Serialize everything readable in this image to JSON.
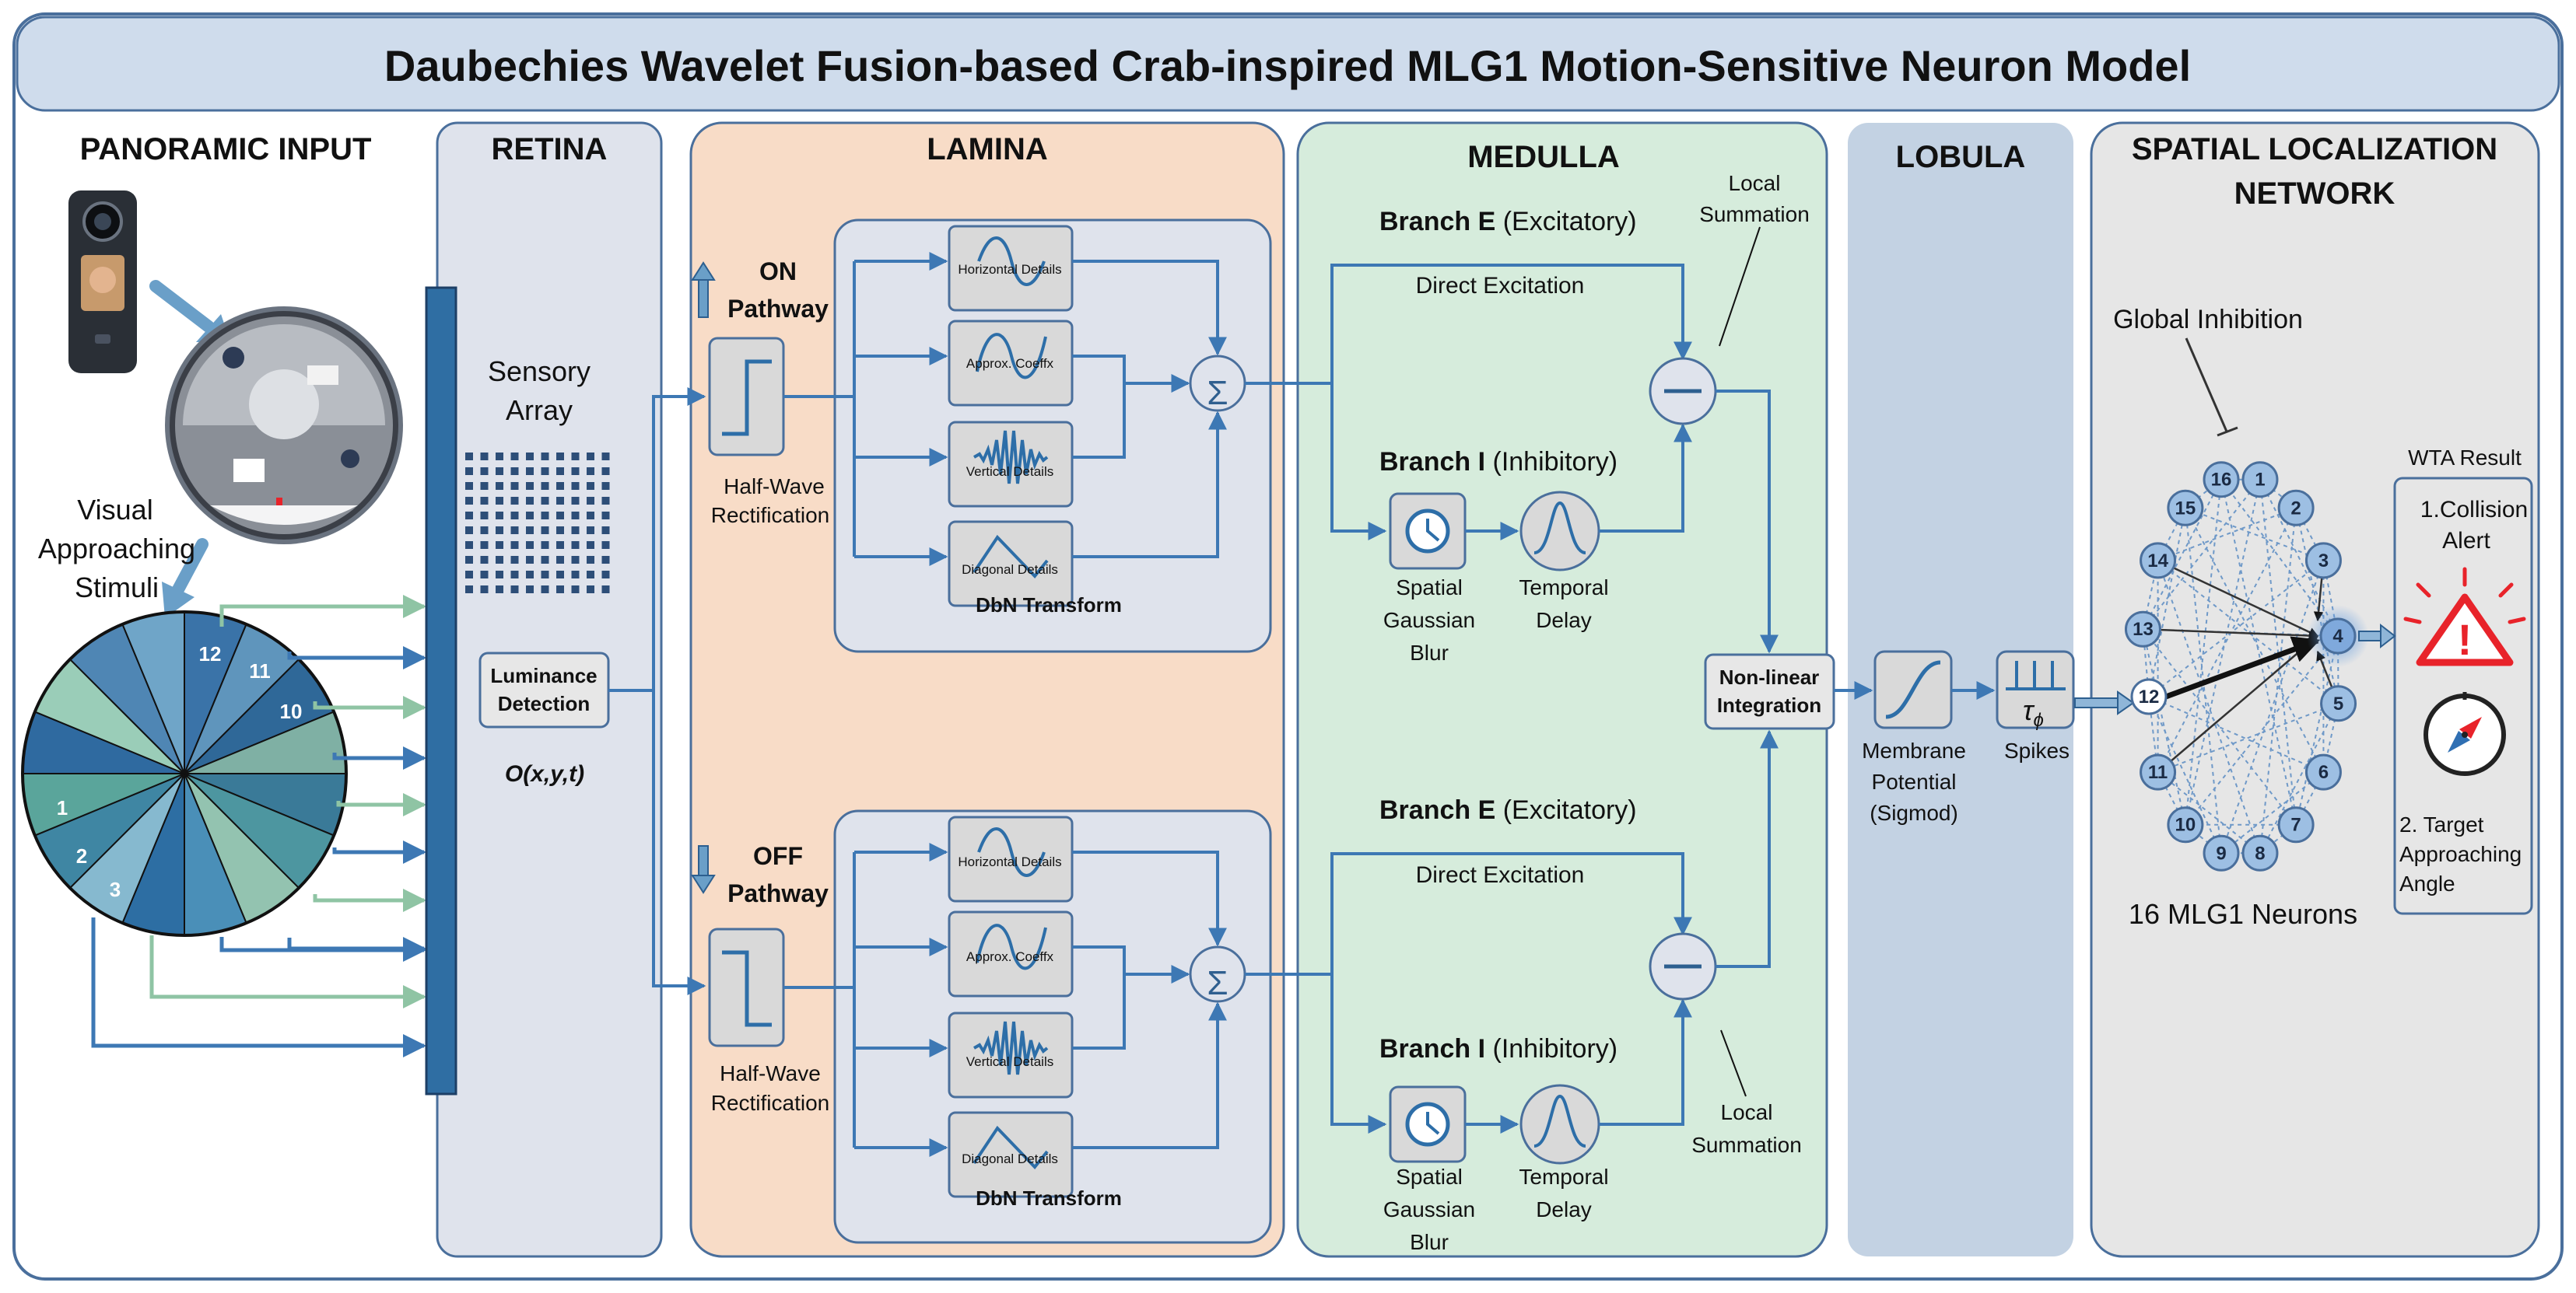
{
  "title": "Daubechies Wavelet Fusion-based Crab-inspired MLG1 Motion-Sensitive Neuron Model",
  "sections": {
    "panoramic": "PANORAMIC INPUT",
    "retina": "RETINA",
    "lamina": "LAMINA",
    "medulla": "MEDULLA",
    "lobula": "LOBULA",
    "spatial_line1": "SPATIAL LOCALIZATION",
    "spatial_line2": "NETWORK"
  },
  "panoramic": {
    "stimuli_lines": [
      "Visual",
      "Approaching",
      "Stimuli"
    ],
    "sector_labels": [
      "12",
      "11",
      "10",
      "1",
      "2",
      "3"
    ]
  },
  "retina": {
    "sensory_lines": [
      "Sensory",
      "Array"
    ],
    "luminance_lines": [
      "Luminance",
      "Detection"
    ],
    "output_var": "O(x,y,t)"
  },
  "lamina": {
    "on_lines": [
      "ON",
      "Pathway"
    ],
    "off_lines": [
      "OFF",
      "Pathway"
    ],
    "hwr_lines": [
      "Half-Wave",
      "Rectification"
    ],
    "wavelet_labels": [
      "Horizontal Details",
      "Approx. Coeffx",
      "Vertical Details",
      "Diagonal Details"
    ],
    "dbn_label": "DbN Transform",
    "sum_symbol": "Σ"
  },
  "medulla": {
    "branch_e_bold": "Branch E",
    "branch_e_rest": "(Excitatory)",
    "branch_i_bold": "Branch I",
    "branch_i_rest": "(Inhibitory)",
    "direct_excitation": "Direct Excitation",
    "local_summation_lines": [
      "Local",
      "Summation"
    ],
    "blur_lines": [
      "Spatial",
      "Gaussian",
      "Blur"
    ],
    "delay_lines": [
      "Temporal",
      "Delay"
    ],
    "integration_lines": [
      "Non-linear",
      "Integration"
    ]
  },
  "lobula": {
    "membrane_lines": [
      "Membrane",
      "Potential",
      "(Sigmod)"
    ],
    "spikes": "Spikes",
    "tau": "τ",
    "tau_sub": "ϕ"
  },
  "network": {
    "global_inhibition": "Global Inhibition",
    "neurons_label": "16 MLG1 Neurons",
    "neuron_ids": [
      "1",
      "2",
      "3",
      "4",
      "5",
      "6",
      "7",
      "8",
      "9",
      "10",
      "11",
      "12",
      "13",
      "14",
      "15",
      "16"
    ],
    "winner": "4",
    "wta_result": "WTA Result",
    "collision_lines": [
      "1.Collision",
      "Alert"
    ],
    "target_lines": [
      "2. Target",
      "Approaching",
      "Angle"
    ],
    "warning_symbol": "!"
  },
  "colors": {
    "title_bg": "#cfdcec",
    "panel_border": "#4a6f9c",
    "retina_bg": "#dfe3ec",
    "lamina_bg": "#f8dcc7",
    "medulla_bg": "#d6ecdc",
    "lobula_bg": "#c3d2e3",
    "network_bg": "#e6e6e6",
    "arrow_blue": "#3d78b4",
    "arrow_green": "#8fc4a4",
    "neuron_fill": "#9dbfe3",
    "warning_red": "#e8232a"
  }
}
